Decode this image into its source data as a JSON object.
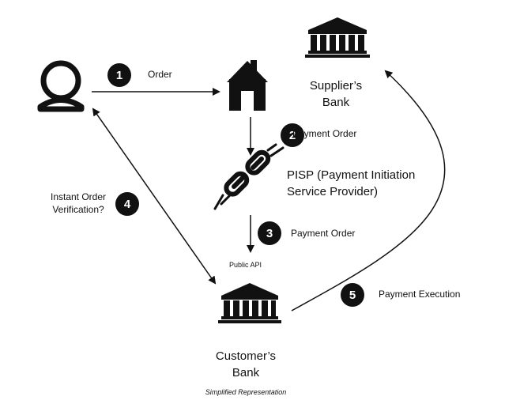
{
  "nodes": {
    "customer": {
      "icon": "user-icon"
    },
    "merchant": {
      "icon": "house-icon"
    },
    "supplier_bank": {
      "icon": "bank-icon",
      "label_line1": "Supplier’s",
      "label_line2": "Bank"
    },
    "pisp": {
      "icon": "broken-link-icon",
      "label_line1": "PISP (Payment Initiation",
      "label_line2": "Service Provider)"
    },
    "customer_bank": {
      "icon": "bank-icon",
      "label_line1": "Customer’s",
      "label_line2": "Bank",
      "api_label": "Public API"
    }
  },
  "steps": [
    {
      "number": "1",
      "label": "Order"
    },
    {
      "number": "2",
      "label": "Payment Order"
    },
    {
      "number": "3",
      "label": "Payment Order"
    },
    {
      "number": "4",
      "label_line1": "Instant Order",
      "label_line2": "Verification?"
    },
    {
      "number": "5",
      "label": "Payment Execution"
    }
  ],
  "caption": "Simplified Representation",
  "colors": {
    "ink": "#111111",
    "badge_text": "#ffffff",
    "background": "#ffffff"
  }
}
